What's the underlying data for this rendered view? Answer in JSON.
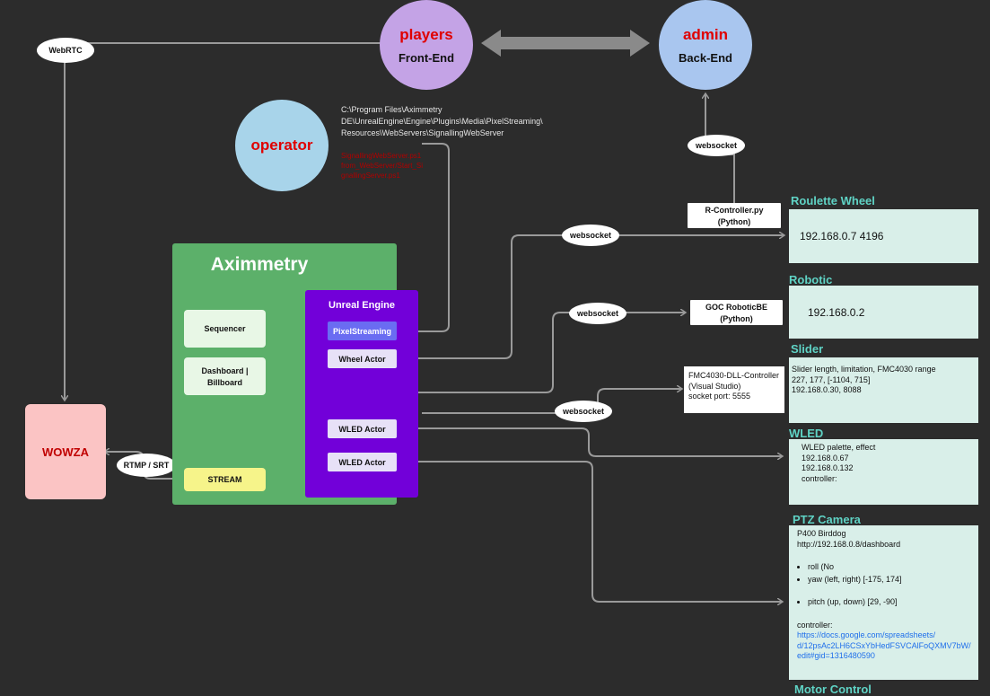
{
  "circles": {
    "players": {
      "title": "players",
      "subtitle": "Front-End"
    },
    "admin": {
      "title": "admin",
      "subtitle": "Back-End"
    },
    "operator": {
      "title": "operator"
    }
  },
  "operator_path": [
    "C:\\Program Files\\Aximmetry",
    "DE\\UnrealEngine\\Engine\\Plugins\\Media\\PixelStreaming\\",
    "Resources\\WebServers\\SignallingWebServer"
  ],
  "operator_note": [
    "SignallingWebServer.ps1",
    "from_WebServer/Start_Si",
    "gnallingServer.ps1"
  ],
  "pills": {
    "webrtc": "WebRTC",
    "ws_admin": "websocket",
    "ws_roulette": "websocket",
    "ws_robotic": "websocket",
    "ws_slider": "websocket",
    "rtmp": "RTMP / SRT"
  },
  "wowza": "WOWZA",
  "aximmetry": {
    "title": "Aximmetry",
    "sequencer": "Sequencer",
    "dashboard_line1": "Dashboard |",
    "dashboard_line2": "Billboard",
    "stream": "STREAM"
  },
  "unreal": {
    "title": "Unreal Engine",
    "pixel": "PixelStreaming",
    "wheel": "Wheel Actor",
    "wled1": "WLED Actor",
    "wled2": "WLED Actor"
  },
  "rcontroller": {
    "line1": "R-Controller.py",
    "line2": "(Python)"
  },
  "goc": {
    "line1": "GOC RoboticBE",
    "line2": "(Python)"
  },
  "fmc": {
    "line1": "FMC4030-DLL-Controller",
    "line2": "(Visual Studio)",
    "line3": "socket port: 5555"
  },
  "roulette": {
    "title": "Roulette Wheel",
    "text": "192.168.0.7 4196"
  },
  "robotic": {
    "title": "Robotic",
    "text": "192.168.0.2"
  },
  "slider": {
    "title": "Slider",
    "lines": [
      "Slider length, limitation, FMC4030 range",
      "227, 177, [-1104, 715]",
      "192.168.0.30, 8088"
    ]
  },
  "wled": {
    "title": "WLED",
    "lines": [
      "WLED palette, effect",
      "192.168.0.67",
      "192.168.0.132",
      "controller:"
    ]
  },
  "ptz": {
    "title": "PTZ Camera",
    "line1": "P400 Birddog",
    "line2": "http://192.168.0.8/dashboard",
    "bullets": [
      "roll (No",
      "yaw (left, right) [-175, 174]",
      "pitch (up, down) [29, -90]"
    ],
    "controller": "controller:",
    "link": [
      "https://docs.google.com/spreadsheets/",
      "d/12psAc2LH6CSxYbHedFSVCAlFoQXMV7bW/",
      "edit#gid=1316480590"
    ]
  },
  "motor": {
    "title": "Motor Control"
  }
}
